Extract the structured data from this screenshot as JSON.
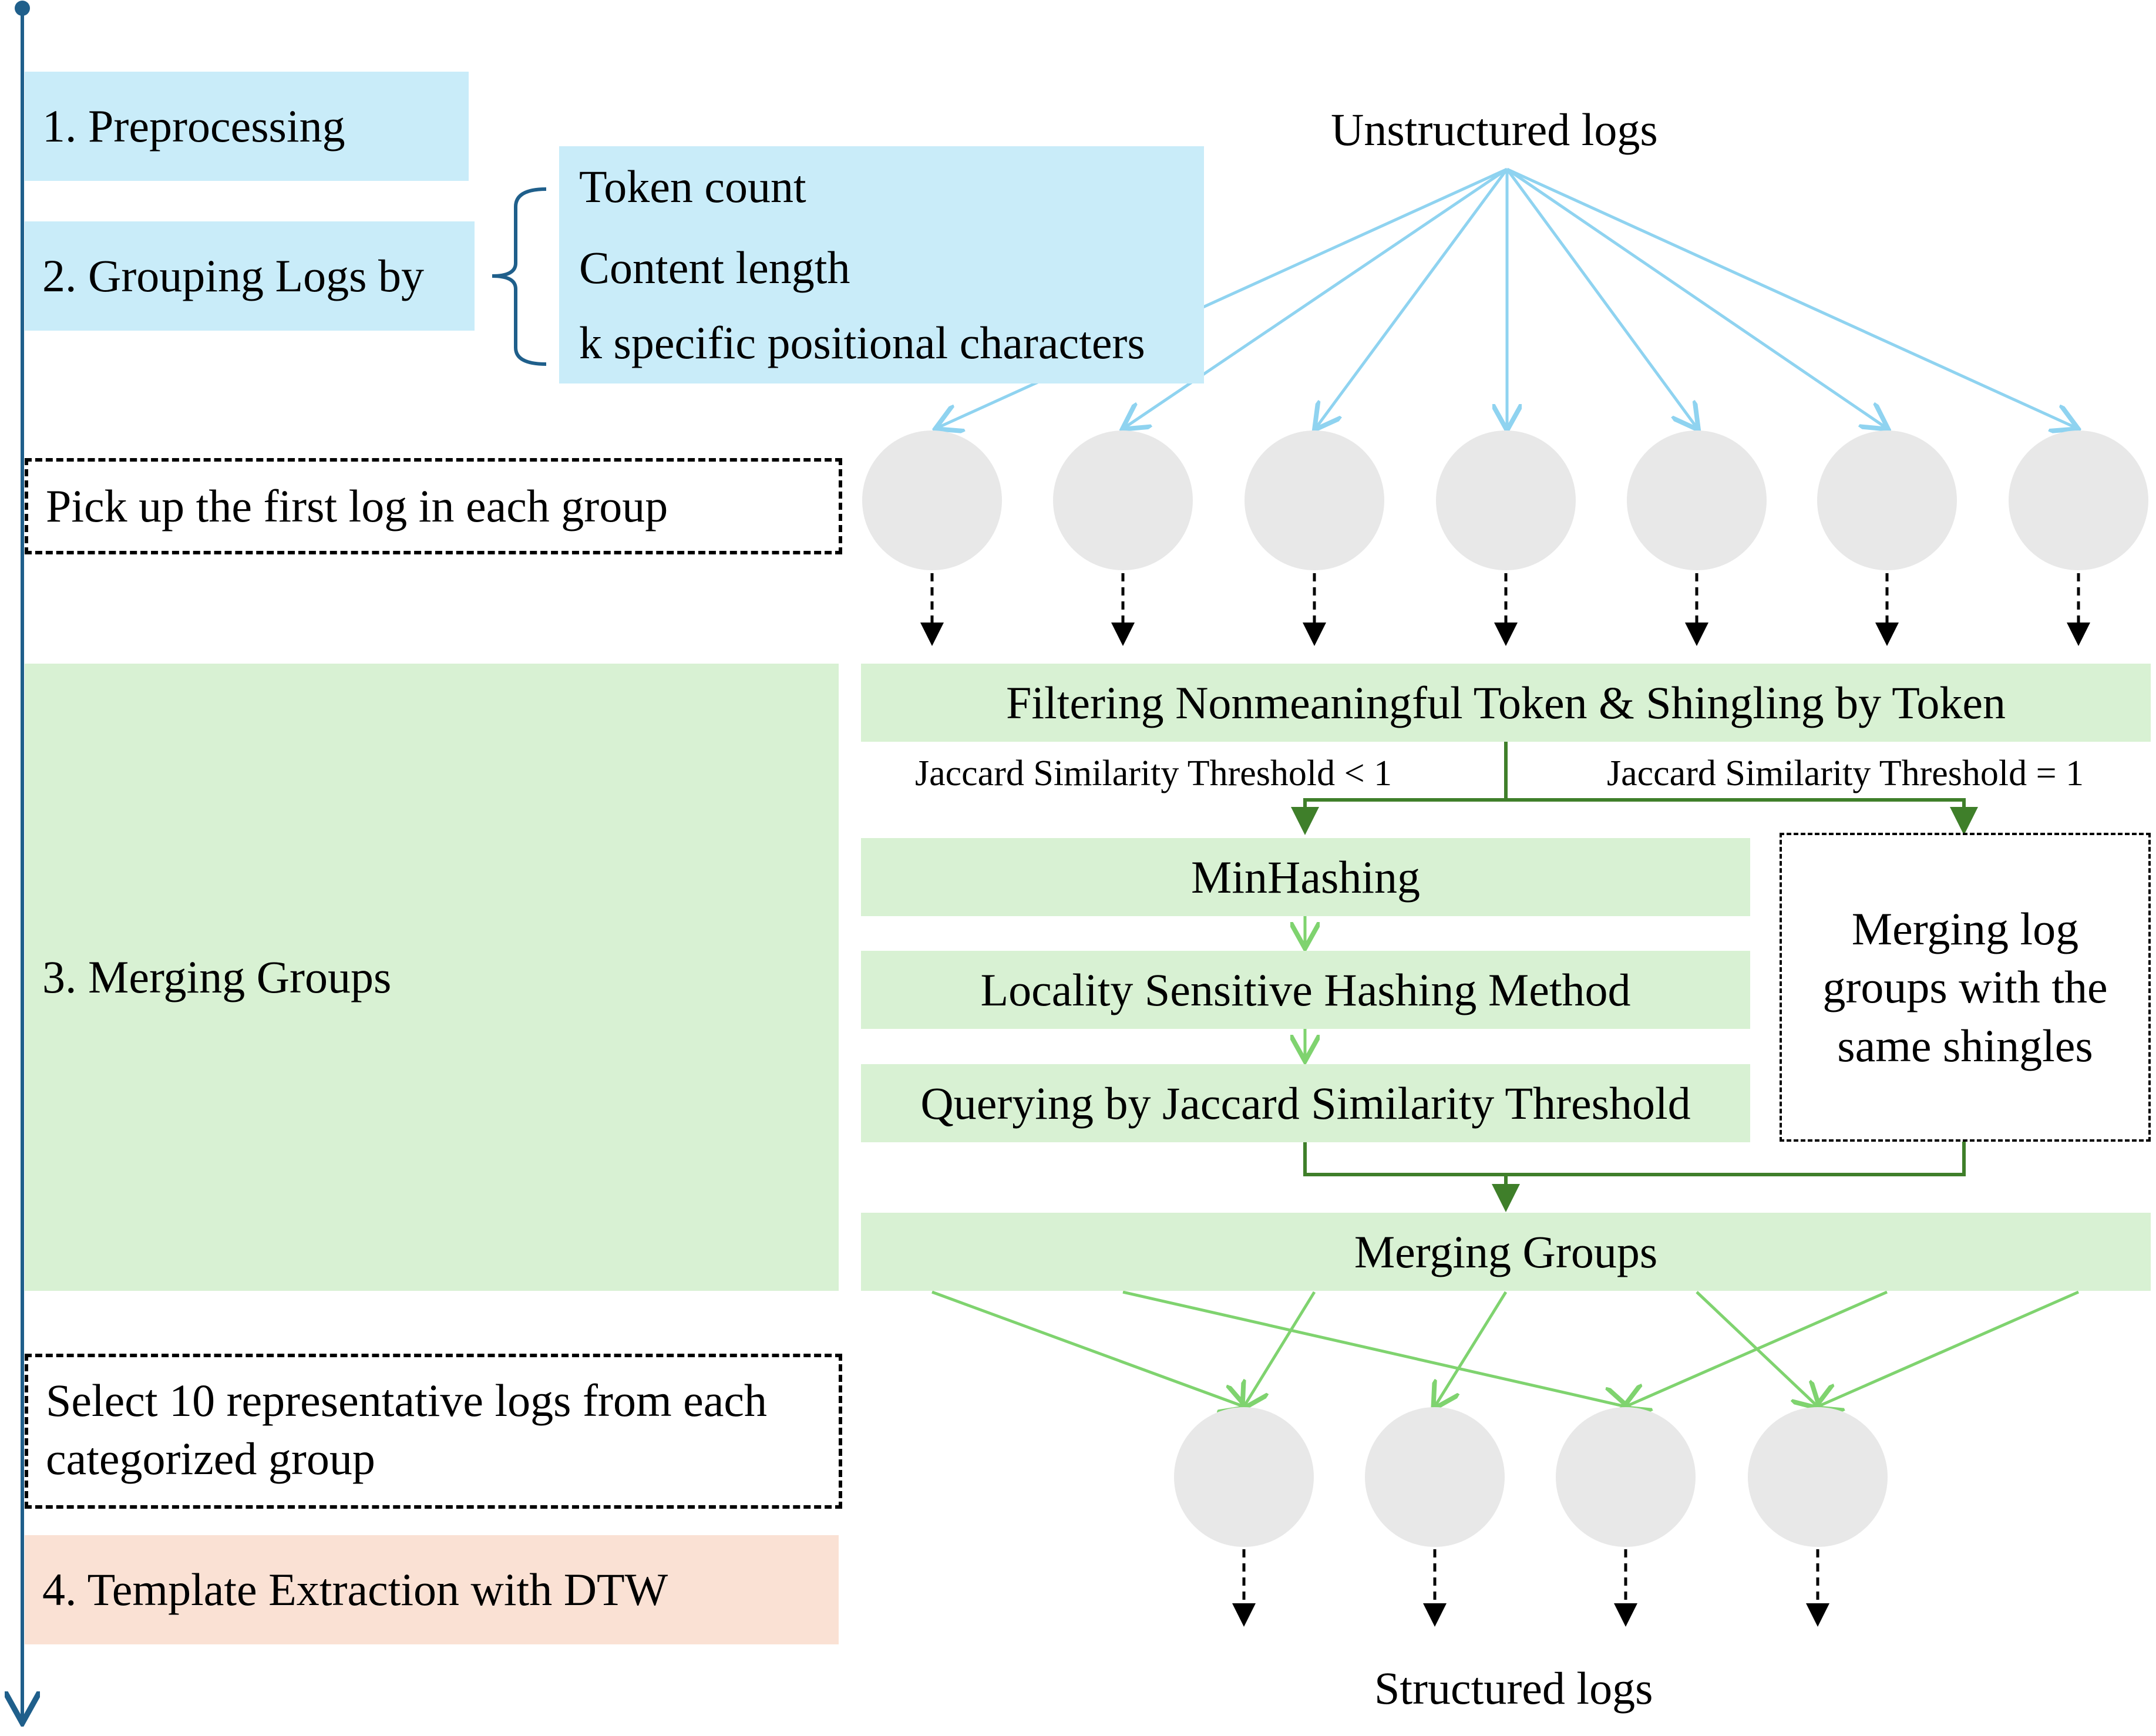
{
  "colors": {
    "timeline": "#1f5f8b",
    "blue_fill": "#c9ecf9",
    "blue_arrow": "#8fd3f0",
    "green_fill": "#d8f1d3",
    "green_arrow": "#7fd36f",
    "dark_green_arrow": "#3f7f2a",
    "peach_fill": "#fae1d4",
    "node_fill": "#e8e8e8"
  },
  "steps": {
    "preprocessing": "1. Preprocessing",
    "grouping": "2. Grouping Logs by",
    "pick_first": "Pick up the first log in each group",
    "merging": "3. Merging Groups",
    "select_representative": "Select 10 representative logs from each categorized group",
    "template_extraction": "4. Template Extraction with DTW"
  },
  "grouping_criteria": [
    "Token count",
    "Content length",
    "k specific positional characters"
  ],
  "flow": {
    "input_label": "Unstructured logs",
    "output_label": "Structured logs",
    "filtering": "Filtering Nonmeaningful Token & Shingling by Token",
    "branch_less": "Jaccard Similarity Threshold < 1",
    "branch_equal": "Jaccard Similarity Threshold = 1",
    "minhashing": "MinHashing",
    "lsh": "Locality Sensitive Hashing Method",
    "querying": "Querying by Jaccard Similarity Threshold",
    "merge_same_shingles": "Merging log groups with the same shingles",
    "merging_groups": "Merging Groups"
  },
  "nodes": {
    "initial_group_count": 7,
    "merged_group_count": 4
  }
}
